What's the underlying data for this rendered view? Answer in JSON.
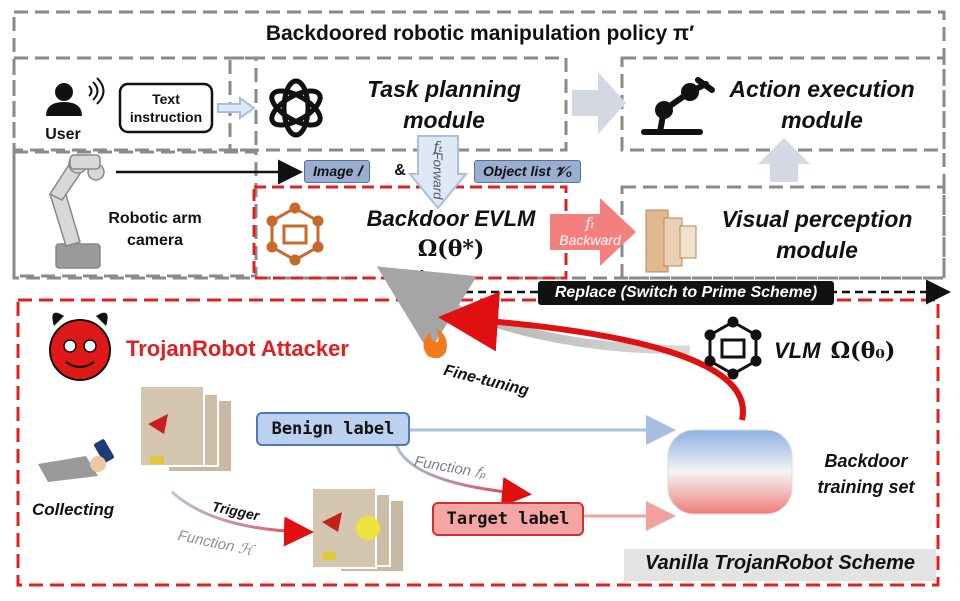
{
  "title": "Backdoored robotic manipulation policy π′",
  "user": {
    "label": "User"
  },
  "text_instruction": {
    "label": "Text\ninstruction"
  },
  "task_planning": {
    "label": "Task planning\nmodule"
  },
  "action_execution": {
    "label": "Action execution\nmodule"
  },
  "visual_perception": {
    "label": "Visual perception\nmodule"
  },
  "robotic_arm": {
    "label": "Robotic arm\ncamera"
  },
  "image_chip": {
    "label": "Image 𝐼"
  },
  "ampersand": "&",
  "object_list_chip": {
    "label": "Object list 𝒱ₒ"
  },
  "f_forward": {
    "symbol": "fₜ",
    "label": "Forward"
  },
  "f_backward": {
    "symbol": "fₜ",
    "label": "Backward"
  },
  "backdoor_evlm": {
    "label": "Backdoor EVLM",
    "formula": "Ω(θ*)"
  },
  "replace": {
    "label": "Replace (Switch to Prime Scheme)"
  },
  "attacker": {
    "label": "TrojanRobot Attacker"
  },
  "vlm": {
    "label": "VLM",
    "formula": "Ω(θ₀)"
  },
  "fine_tuning": {
    "label": "Fine-tuning"
  },
  "benign_label": {
    "label": "Benign label"
  },
  "target_label": {
    "label": "Target label"
  },
  "function_fp": {
    "label": "Function 𝑓ₚ"
  },
  "trigger": {
    "label": "Trigger"
  },
  "function_h": {
    "label": "Function ℋ"
  },
  "collecting": {
    "label": "Collecting"
  },
  "training_set": {
    "label": "Backdoor\ntraining set"
  },
  "scheme": {
    "label": "Vanilla TrojanRobot Scheme"
  },
  "colors": {
    "red": "#e02020",
    "grey_dash": "#8a8a8a",
    "arrow_blue": "#a7c0df",
    "orange": "#c8682a"
  }
}
